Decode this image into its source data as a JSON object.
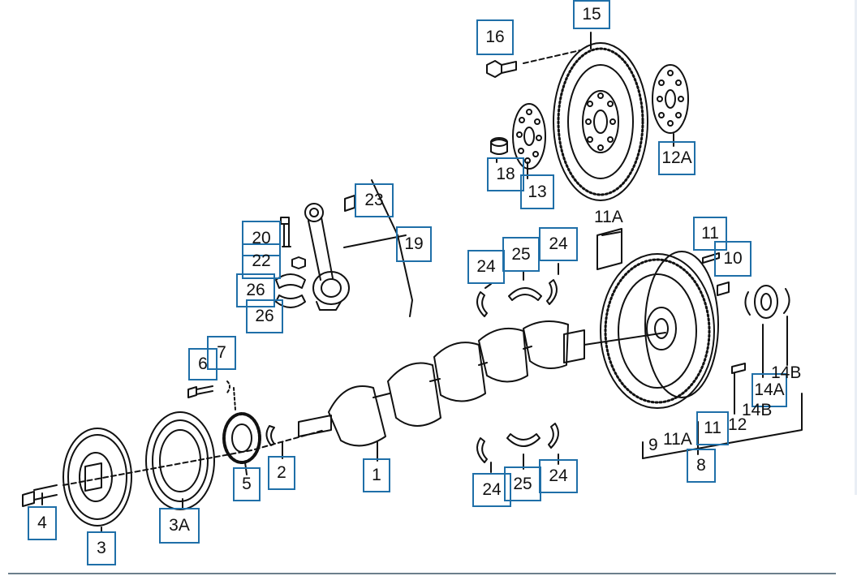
{
  "callouts": {
    "p15": "15",
    "p16": "16",
    "p18": "18",
    "p13": "13",
    "p12a": "12A",
    "p23": "23",
    "p19": "19",
    "p20": "20",
    "p22": "22",
    "p26a": "26",
    "p26b": "26",
    "p24a": "24",
    "p25a": "25",
    "p24b": "24",
    "p11": "11",
    "p10": "10",
    "p14a": "14A",
    "p6": "6",
    "p7": "7",
    "p1": "1",
    "p2": "2",
    "p5": "5",
    "p4": "4",
    "p3": "3",
    "p3a": "3A",
    "p11b": "11",
    "p8": "8",
    "p24c": "24",
    "p25b": "25",
    "p24d": "24"
  },
  "plain_labels": {
    "l11a_top": "11A",
    "l14b_a": "14B",
    "l14b_b": "14B",
    "l12": "12",
    "l9": "9",
    "l11a_bottom": "11A"
  },
  "colors": {
    "callout_border": "#1f6fa8",
    "line": "#111111"
  }
}
